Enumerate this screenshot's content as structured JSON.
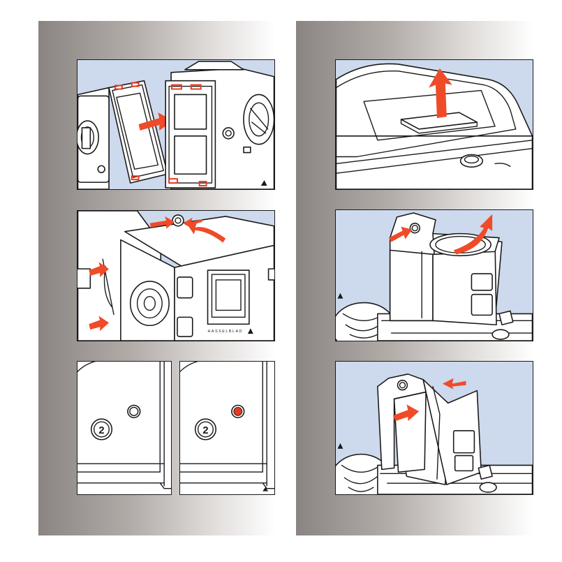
{
  "page": {
    "background": "#ffffff",
    "panel_color": "#cdd9ec",
    "arrow_color": "#ef4b28"
  },
  "left_column": {
    "panel_1": {
      "subject": "film-magazine-attach",
      "icon": "arrow-icon"
    },
    "panel_2": {
      "subject": "magazine-release-slide",
      "icon": "arrow-icon"
    },
    "panel_3a": {
      "badge_number": "2",
      "signal": "white"
    },
    "panel_3b": {
      "badge_number": "2",
      "signal": "red"
    }
  },
  "right_column": {
    "panel_1": {
      "subject": "viewfinder-cover-lift",
      "icon": "arrow-up-icon"
    },
    "panel_2": {
      "subject": "hood-open",
      "icon": "arrow-icon"
    },
    "panel_3": {
      "subject": "hood-fold",
      "icon": "arrow-icon"
    }
  },
  "camera_brand": "HASSELBLAD"
}
